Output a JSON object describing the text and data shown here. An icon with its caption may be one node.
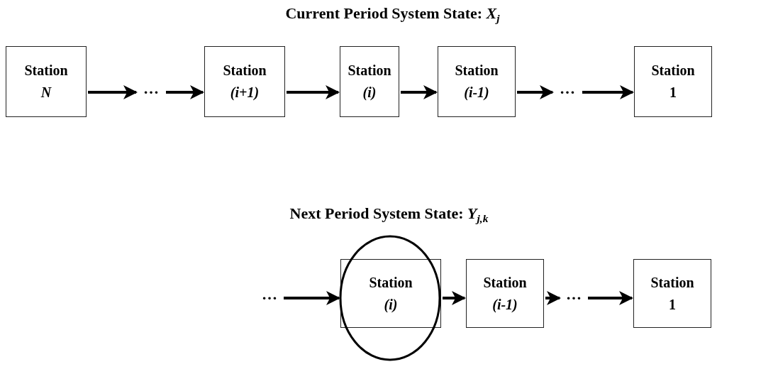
{
  "diagram": {
    "title": "Current Period System State: *X*$_{j}$",
    "nodes": [
      {
        "text": [
          "Station *N*"
        ]
      },
      {
        "text": [
          "…"
        ]
      },
      {
        "text": [
          "Station *(i+1)*"
        ]
      },
      {
        "text": [
          "Station *(i)*"
        ]
      },
      {
        "text": [
          "Station *(i-1)*"
        ]
      },
      {
        "text": [
          "…"
        ]
      },
      {
        "text": [
          "Station 1"
        ]
      },
      {
        "text": [
          "…"
        ]
      },
      {
        "text": [
          "Station *(i)*"
        ]
      },
      {
        "text": [
          "Station *(i-1)*"
        ]
      },
      {
        "text": [
          "…"
        ]
      },
      {
        "text": [
          "Station 1"
        ]
      }
    ],
    "edges": [
      {
        "from": 0,
        "to": 1,
        "arrow": "to"
      },
      {
        "from": 1,
        "to": 2,
        "arrow": "to"
      },
      {
        "from": 2,
        "to": 3,
        "arrow": "to"
      },
      {
        "from": 3,
        "to": 4,
        "arrow": "to"
      },
      {
        "from": 4,
        "to": 5,
        "arrow": "to"
      },
      {
        "from": 5,
        "to": 6,
        "arrow": "to"
      },
      {
        "from": 7,
        "to": 8,
        "arrow": "to"
      },
      {
        "from": 8,
        "to": 9,
        "arrow": "to"
      },
      {
        "from": 9,
        "to": 10,
        "arrow": "to"
      },
      {
        "from": 10,
        "to": 11,
        "arrow": "to"
      }
    ],
    "labels": [
      "Next Period System State: *Y*$_{j,k}$"
    ]
  }
}
